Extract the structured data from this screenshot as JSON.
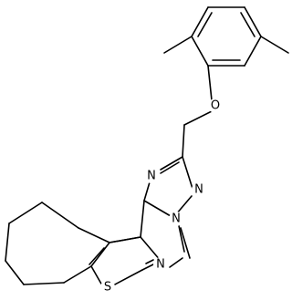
{
  "structure": {
    "atoms": {
      "oxygen": "O",
      "triazole_n1": "N",
      "triazole_n2": "N",
      "triazole_n3": "N",
      "pyrimidine_n": "N",
      "sulfur": "S"
    }
  }
}
